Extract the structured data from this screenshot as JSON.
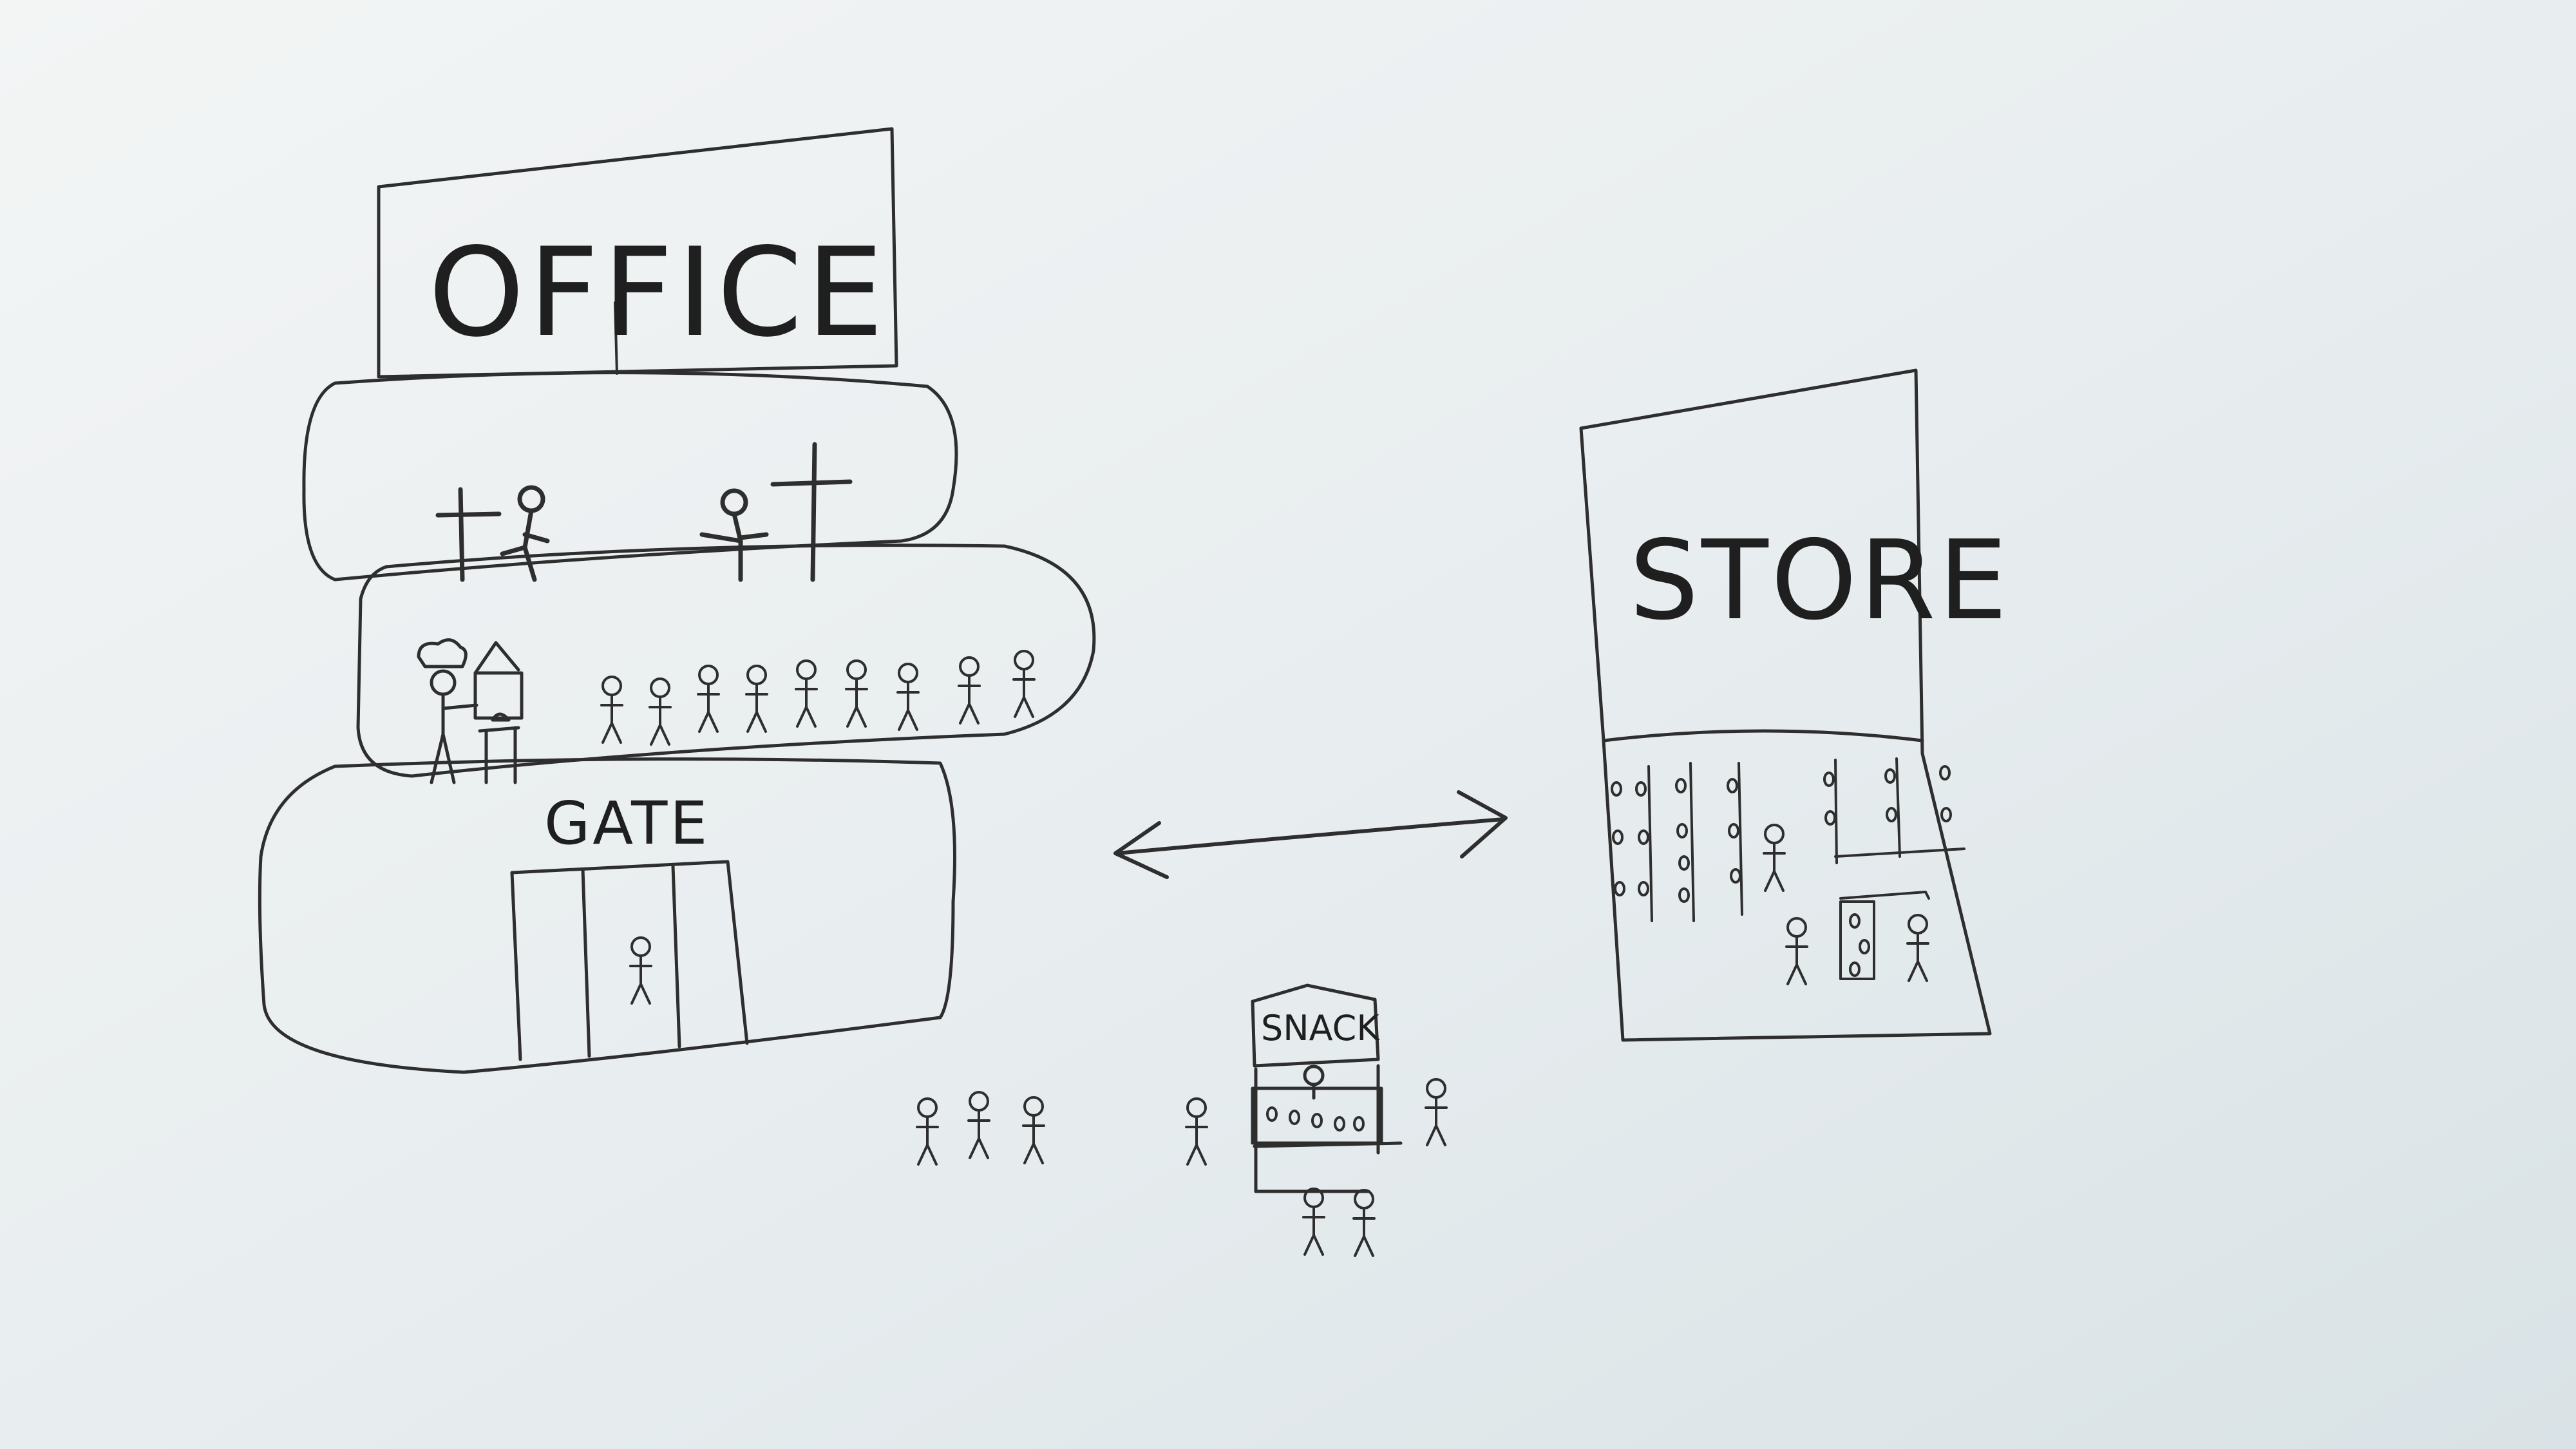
{
  "labels": {
    "office": "OFFICE",
    "gate": "GATE",
    "store": "STORE",
    "snack": "SNACK"
  },
  "colors": {
    "paper": "#e9eef0",
    "pencil": "#2e2e2e"
  }
}
